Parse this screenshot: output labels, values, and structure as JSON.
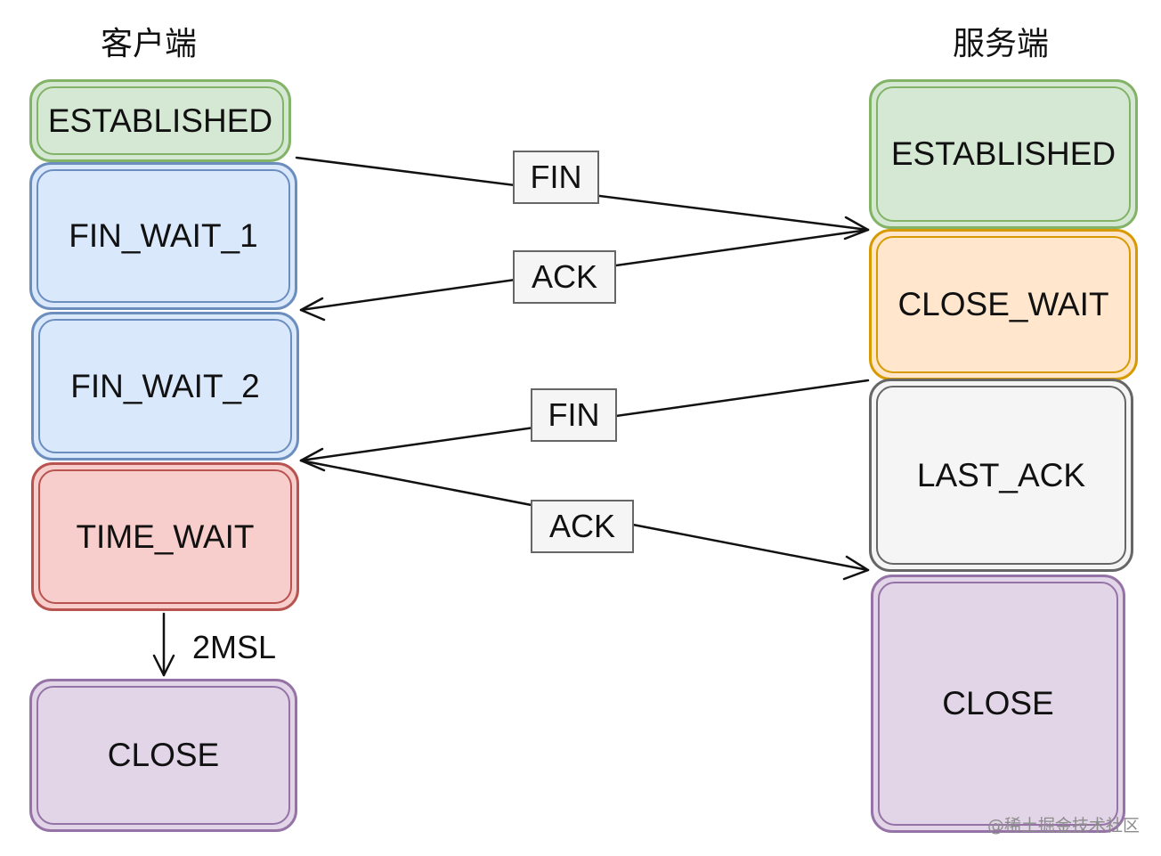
{
  "client": {
    "title": "客户端",
    "states": {
      "established": "ESTABLISHED",
      "fin_wait_1": "FIN_WAIT_1",
      "fin_wait_2": "FIN_WAIT_2",
      "time_wait": "TIME_WAIT",
      "close": "CLOSE"
    },
    "timer_label": "2MSL"
  },
  "server": {
    "title": "服务端",
    "states": {
      "established": "ESTABLISHED",
      "close_wait": "CLOSE_WAIT",
      "last_ack": "LAST_ACK",
      "close": "CLOSE"
    }
  },
  "messages": {
    "fin_1": "FIN",
    "ack_1": "ACK",
    "fin_2": "FIN",
    "ack_2": "ACK"
  },
  "watermark": "@稀土掘金技术社区",
  "colors": {
    "established": "#d5e8d4",
    "fin_wait": "#dae8fc",
    "time_wait": "#f8cecc",
    "close": "#e1d5e7",
    "close_wait": "#ffe6cc",
    "last_ack": "#f5f5f5"
  }
}
